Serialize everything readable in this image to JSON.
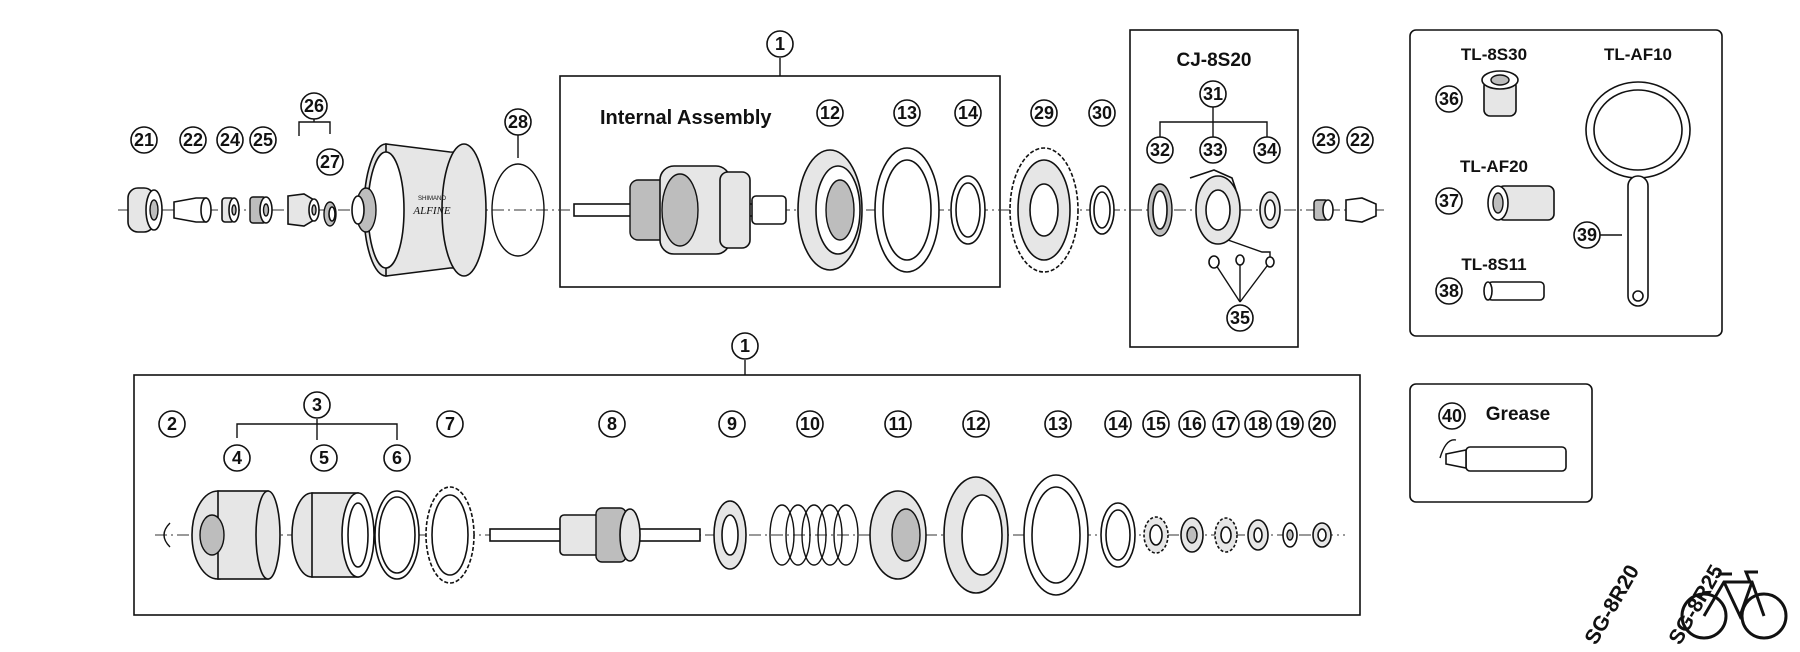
{
  "labels": {
    "internal_assembly": "Internal Assembly",
    "cj": "CJ-8S20",
    "tl_8s30": "TL-8S30",
    "tl_af10": "TL-AF10",
    "tl_af20": "TL-AF20",
    "tl_8s11": "TL-8S11",
    "grease": "Grease",
    "hub_brand": "ALFINE",
    "hub_maker": "SHIMANO",
    "model_a": "SG-8R20",
    "model_b": "SG-8R25"
  },
  "callouts": {
    "n1": "1",
    "n2": "2",
    "n3": "3",
    "n4": "4",
    "n5": "5",
    "n6": "6",
    "n7": "7",
    "n8": "8",
    "n9": "9",
    "n10": "10",
    "n11": "11",
    "n12": "12",
    "n13": "13",
    "n14": "14",
    "n15": "15",
    "n16": "16",
    "n17": "17",
    "n18": "18",
    "n19": "19",
    "n20": "20",
    "n21": "21",
    "n22": "22",
    "n23": "23",
    "n24": "24",
    "n25": "25",
    "n26": "26",
    "n27": "27",
    "n28": "28",
    "n29": "29",
    "n30": "30",
    "n31": "31",
    "n32": "32",
    "n33": "33",
    "n34": "34",
    "n35": "35",
    "n36": "36",
    "n37": "37",
    "n38": "38",
    "n39": "39",
    "n40": "40"
  }
}
